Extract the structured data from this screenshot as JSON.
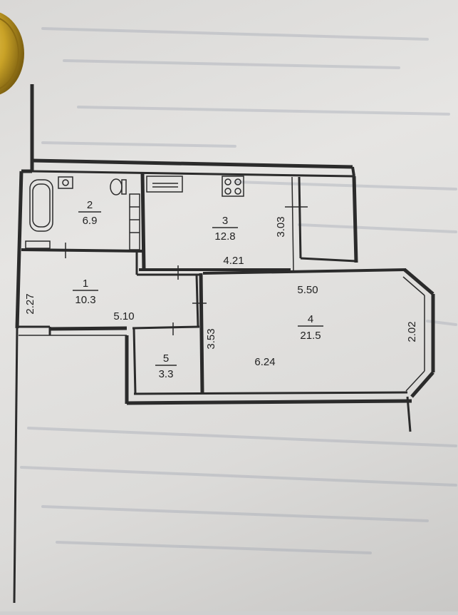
{
  "plan": {
    "rooms": [
      {
        "number": "1",
        "area": "10.3"
      },
      {
        "number": "2",
        "area": "6.9"
      },
      {
        "number": "3",
        "area": "12.8"
      },
      {
        "number": "4",
        "area": "21.5"
      },
      {
        "number": "5",
        "area": "3.3"
      }
    ],
    "dimensions": [
      "2.27",
      "5.10",
      "3.03",
      "4.21",
      "5.50",
      "2.02",
      "3.53",
      "6.24"
    ]
  },
  "colors": {
    "paper": "#e4e3e1",
    "ink": "#2b2b2b",
    "coin": "#c9a227"
  }
}
